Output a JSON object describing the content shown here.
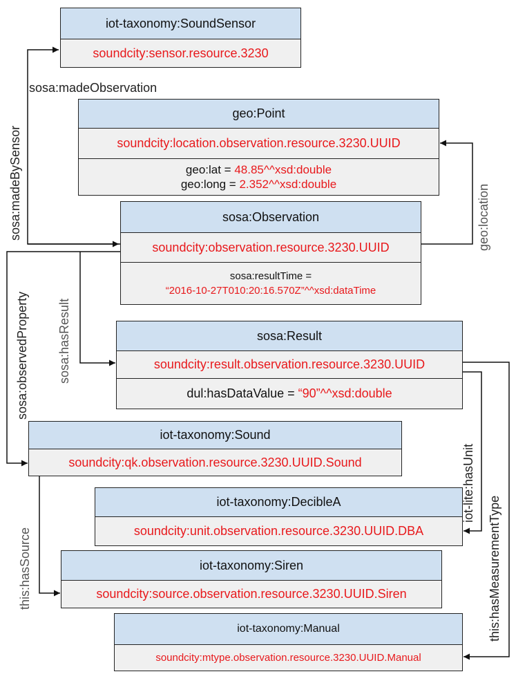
{
  "nodes": {
    "sound_sensor": {
      "class": "iot-taxonomy:SoundSensor",
      "instance": "soundcity:sensor.resource.3230"
    },
    "geo_point": {
      "class": "geo:Point",
      "instance": "soundcity:location.observation.resource.3230.UUID",
      "lat_label": "geo:lat = ",
      "lat_value": "48.85^^xsd:double",
      "long_label": "geo:long = ",
      "long_value": "2.352^^xsd:double"
    },
    "observation": {
      "class": "sosa:Observation",
      "instance": "soundcity:observation.resource.3230.UUID",
      "result_time_label": "sosa:resultTime =",
      "result_time_value": "“2016-10-27T010:20:16.570Z”^^xsd:dataTime"
    },
    "result": {
      "class": "sosa:Result",
      "instance": "soundcity:result.observation.resource.3230.UUID",
      "data_value_label": "dul:hasDataValue = ",
      "data_value_value": "“90”^^xsd:double"
    },
    "sound": {
      "class": "iot-taxonomy:Sound",
      "instance": "soundcity:qk.observation.resource.3230.UUID.Sound"
    },
    "decible": {
      "class": "iot-taxonomy:DecibleA",
      "instance": "soundcity:unit.observation.resource.3230.UUID.DBA"
    },
    "siren": {
      "class": "iot-taxonomy:Siren",
      "instance": "soundcity:source.observation.resource.3230.UUID.Siren"
    },
    "manual": {
      "class": "iot-taxonomy:Manual",
      "instance": "soundcity:mtype.observation.resource.3230.UUID.Manual"
    }
  },
  "edges": {
    "made_observation": "sosa:madeObservation",
    "made_by_sensor": "sosa:madeBySensor",
    "geo_location": "geo:location",
    "observed_property": "sosa:observedProperty",
    "has_result": "sosa:hasResult",
    "has_unit": "iot-lite:hasUnit",
    "has_measurement_type": "this:hasMeasurementType",
    "has_source": "this:hasSource"
  },
  "colors": {
    "header_fill": "#cfe0f1",
    "row_fill": "#f0f0f0",
    "instance_text": "#e8191c",
    "border": "#222222"
  }
}
